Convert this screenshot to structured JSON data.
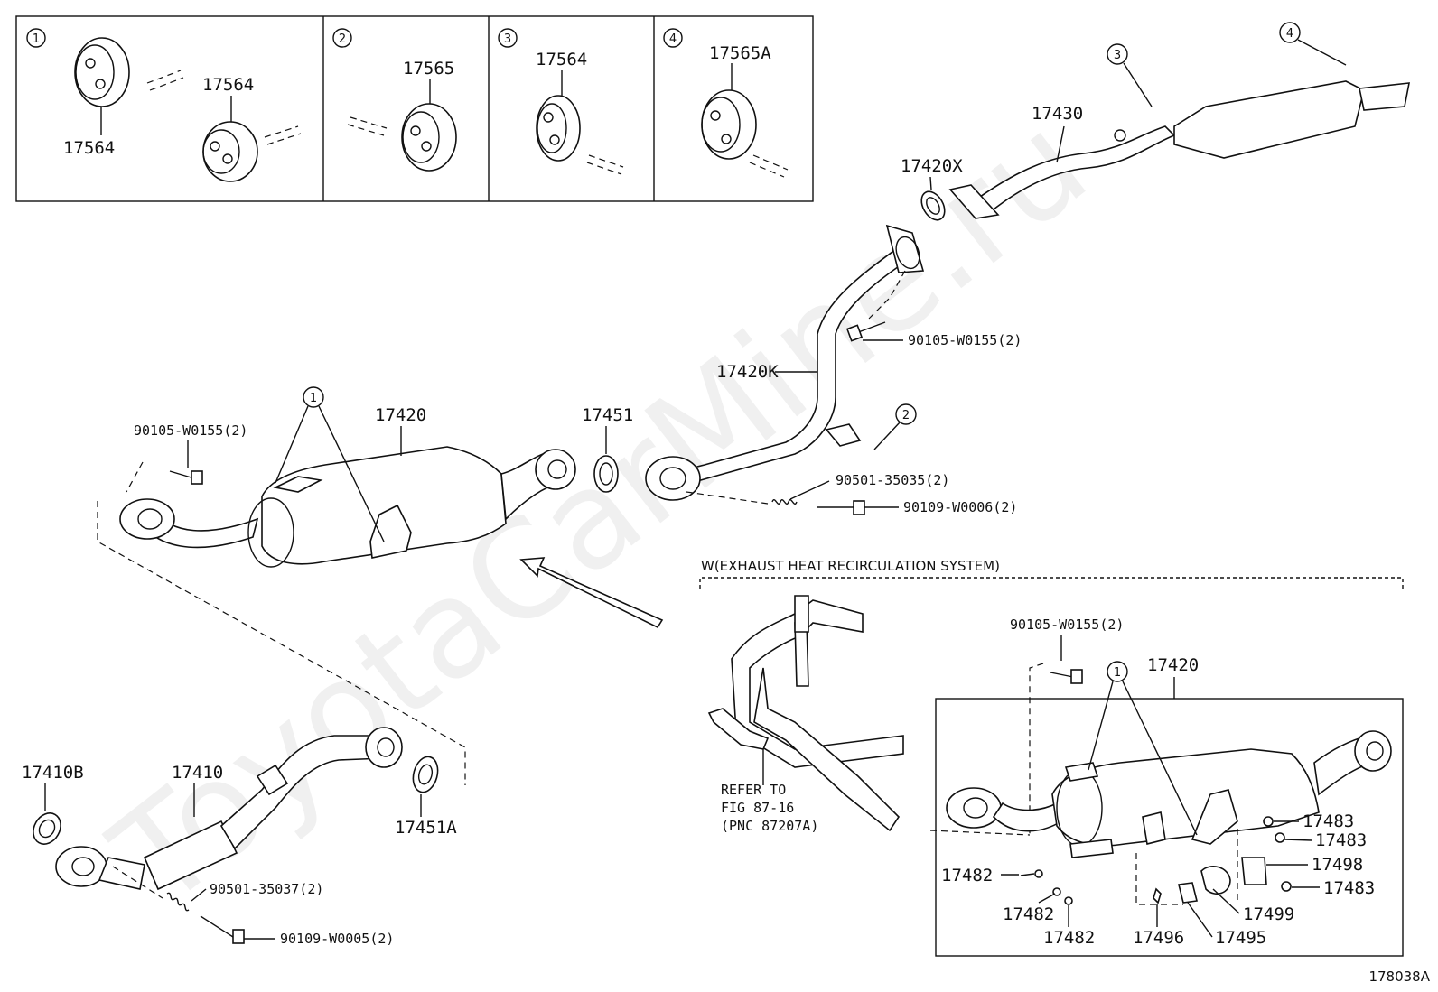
{
  "watermark": "ToyotaCarMine.ru",
  "figure_id": "178038A",
  "inset_panels": [
    {
      "num": "1",
      "labels": [
        "17564",
        "17564"
      ]
    },
    {
      "num": "2",
      "labels": [
        "17565"
      ]
    },
    {
      "num": "3",
      "labels": [
        "17564"
      ]
    },
    {
      "num": "4",
      "labels": [
        "17565A"
      ]
    }
  ],
  "parts": {
    "p17430": "17430",
    "p17420X": "17420X",
    "p17420K": "17420K",
    "p17420": "17420",
    "p17451": "17451",
    "p17410B": "17410B",
    "p17410": "17410",
    "p17451A": "17451A",
    "bolt_top": "90105-W0155(2)",
    "bolt_left": "90105-W0155(2)",
    "spring_upper": "90501-35035(2)",
    "bolt_upper": "90109-W0006(2)",
    "spring_lower": "90501-35037(2)",
    "bolt_lower": "90109-W0005(2)"
  },
  "callouts": {
    "c1": "1",
    "c2": "2",
    "c3": "3",
    "c4": "4"
  },
  "variant": {
    "title": "W(EXHAUST HEAT RECIRCULATION SYSTEM)",
    "refer_line1": "REFER TO",
    "refer_line2": "FIG 87-16",
    "refer_line3": "(PNC 87207A)",
    "bolt": "90105-W0155(2)",
    "p17420": "17420",
    "p17483a": "17483",
    "p17483b": "17483",
    "p17483c": "17483",
    "p17498": "17498",
    "p17499": "17499",
    "p17482a": "17482",
    "p17482b": "17482",
    "p17482c": "17482",
    "p17496": "17496",
    "p17495": "17495",
    "callout": "1"
  }
}
